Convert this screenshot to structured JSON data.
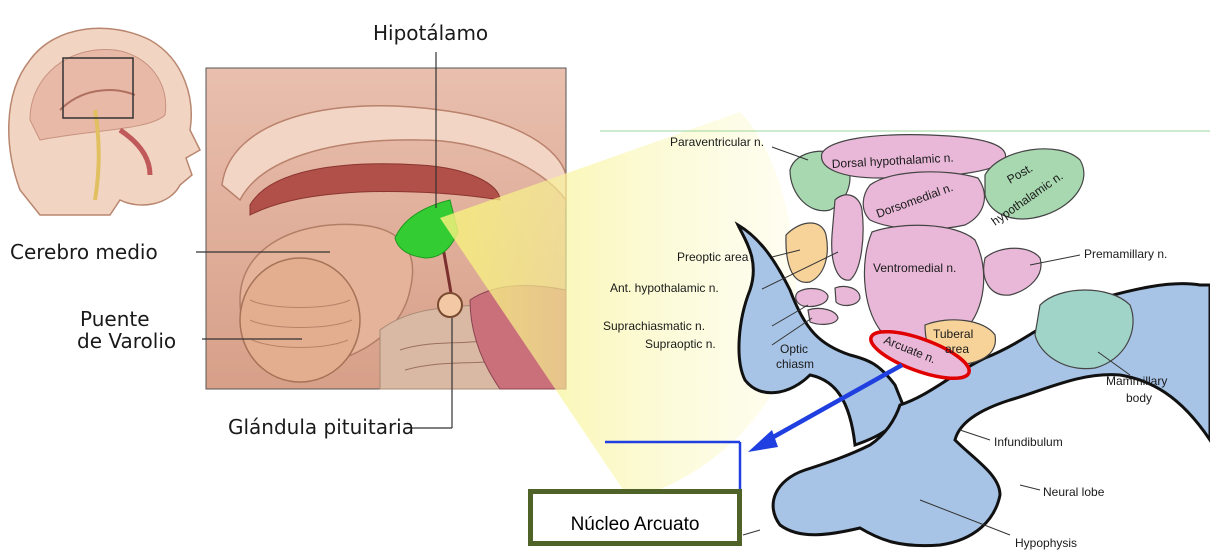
{
  "left_panel": {
    "title_hipotalamo": "Hipotálamo",
    "cerebro_medio": "Cerebro medio",
    "puente_line1": "Puente",
    "puente_line2": "de Varolio",
    "glandula": "Glándula pituitaria"
  },
  "right_panel": {
    "paraventricular": "Paraventricular n.",
    "dorsal_hypothalamic": "Dorsal hypothalamic n.",
    "dorsomedial": "Dorsomedial n.",
    "post_hypothalamic_1": "Post.",
    "post_hypothalamic_2": "hypothalamic n.",
    "preoptic_area": "Preoptic area",
    "ant_hypothalamic": "Ant. hypothalamic n.",
    "ventromedial": "Ventromedial n.",
    "premamillary": "Premamillary n.",
    "suprachiasmatic": "Suprachiasmatic n.",
    "supraoptic": "Supraoptic n.",
    "optic_1": "Optic",
    "optic_2": "chiasm",
    "arcuate": "Arcuate n.",
    "tuberal_1": "Tuberal",
    "tuberal_2": "area",
    "mammillary_1": "Mammillary",
    "mammillary_2": "body",
    "infundibulum": "Infundibulum",
    "neural_lobe": "Neural lobe",
    "hypophysis": "Hypophysis"
  },
  "callout": {
    "label": "Núcleo Arcuato"
  },
  "colors": {
    "hypothalamus_green": "#33cc33",
    "pink_nuclei": "#e9b8d8",
    "green_nuclei": "#a8d8b0",
    "orange_nuclei": "#f7d39a",
    "blue_structures": "#a7c4e6",
    "arcuate_ring": "#e00000",
    "arrow_blue": "#1f3fe0",
    "box_border": "#4f6228",
    "zoom_yellow": "#fbf7a0"
  }
}
